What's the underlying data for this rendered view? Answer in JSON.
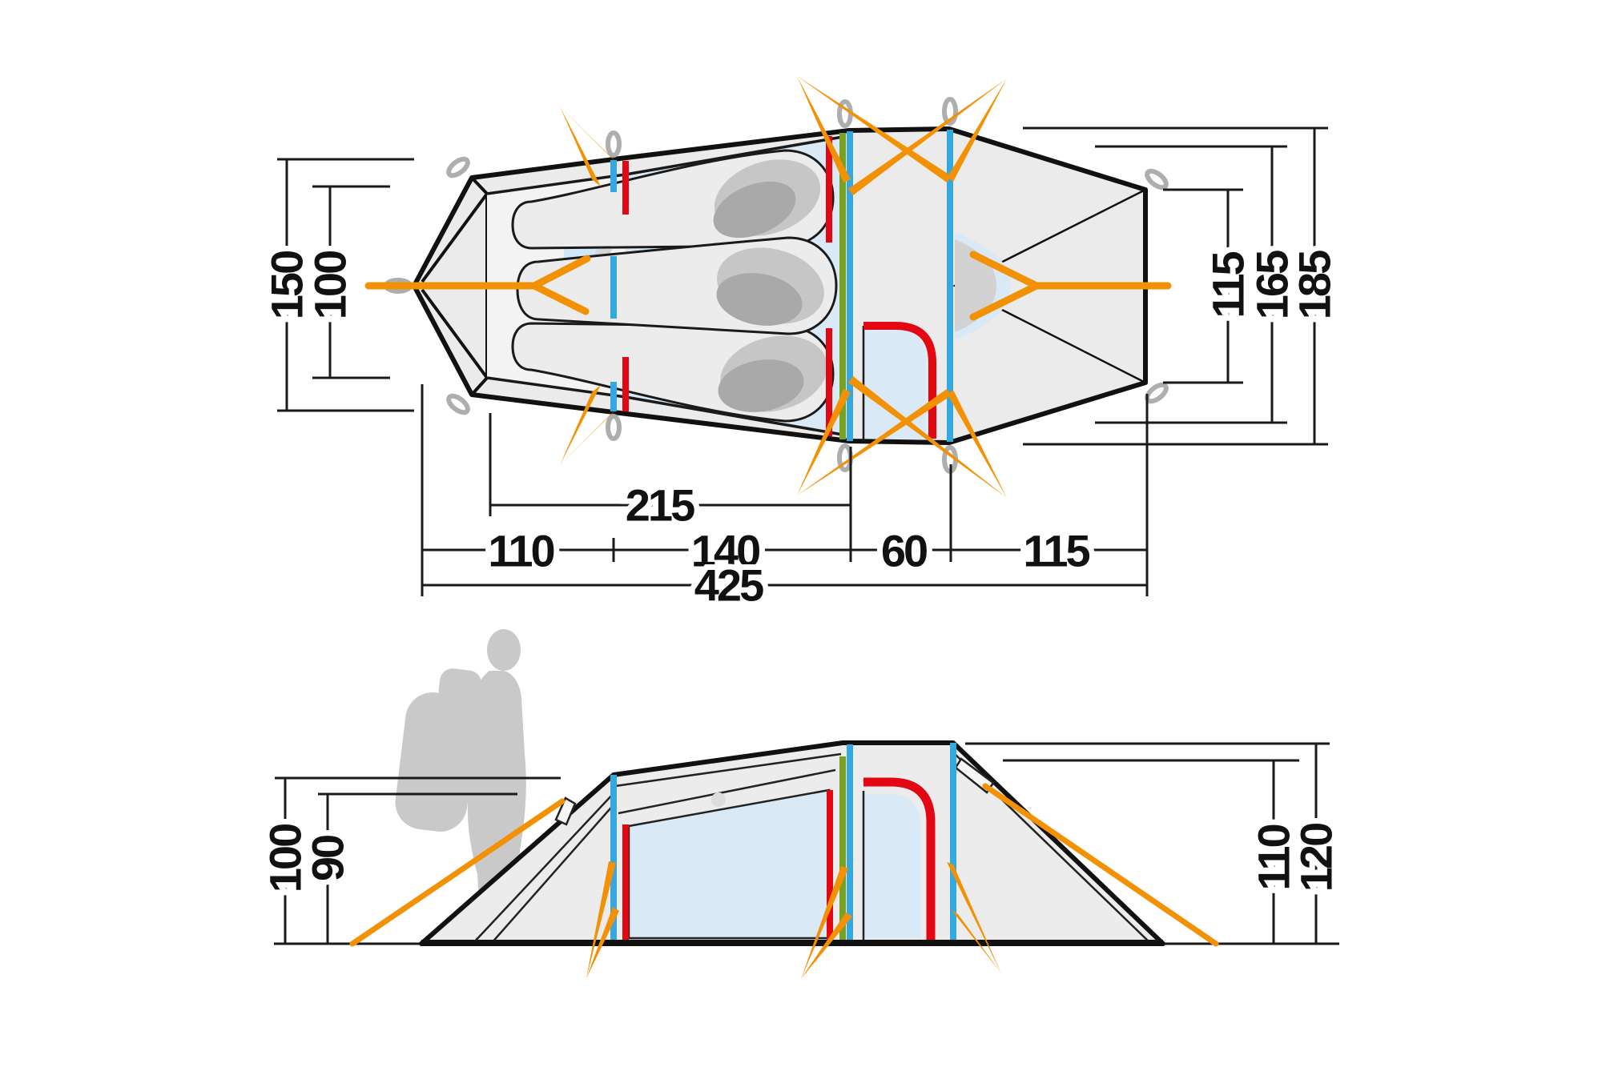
{
  "diagram": {
    "kind": "tent-dimension-diagram",
    "views": {
      "top_view_name": "floor plan (top view)",
      "side_view_name": "side elevation"
    },
    "colors": {
      "guy_line_orange": "#f39105",
      "pole_blue": "#35a8e0",
      "pole_green": "#78a022",
      "door_red": "#e30613",
      "floor_blue": "#d9e9f6",
      "tent_gray": "#ebebeb",
      "silhouette_gray": "#c9c9c9",
      "dim_line_black": "#1a1a1a"
    },
    "top_view": {
      "left_width_dims": [
        "150",
        "100"
      ],
      "right_width_dims": [
        "115",
        "165",
        "185"
      ],
      "inner_length_dim": "215",
      "length_segment_dims": [
        "110",
        "140",
        "60",
        "115"
      ],
      "total_length_dim": "425"
    },
    "side_view": {
      "left_height_dims": [
        "100",
        "90"
      ],
      "right_height_dims": [
        "110",
        "120"
      ]
    }
  }
}
